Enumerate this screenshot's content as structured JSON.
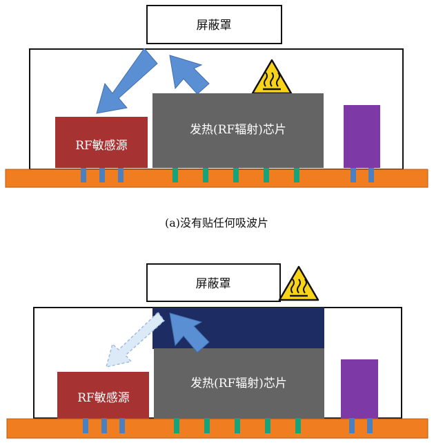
{
  "panels": [
    {
      "shield_label": "屏蔽罩",
      "sensitive_label": "RF敏感源",
      "chip_label": "发热(RF辐射)芯片",
      "caption": "(a)没有贴任何吸波片"
    },
    {
      "shield_label": "屏蔽罩",
      "sensitive_label": "RF敏感源",
      "chip_label": "发热(RF辐射)芯片"
    }
  ],
  "colors": {
    "board": "#f07d1f",
    "pin_blue": "#4a7fc0",
    "pin_green": "#18a27a",
    "sensitive": "#a63232",
    "chip": "#646464",
    "purple": "#7d3aa6",
    "arrow": "#5b8fd4",
    "absorber": "#1d2c63",
    "warning": "#f7d417"
  },
  "icons": [
    "hot-surface-warning-icon"
  ]
}
